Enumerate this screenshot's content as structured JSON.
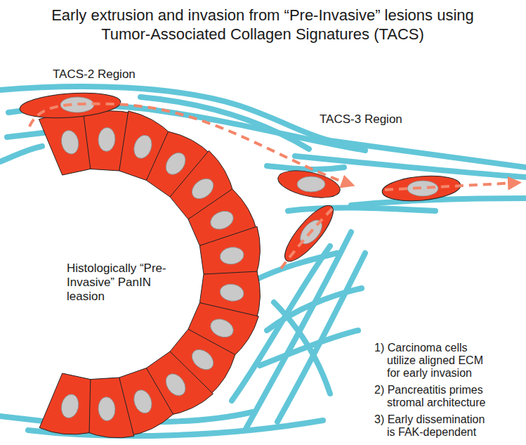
{
  "diagram": {
    "title": "Early extrusion and invasion from “Pre-Invasive” lesions using Tumor-Associated Collagen Signatures (TACS)",
    "labels": [
      "TACS-2 Region",
      "TACS-3 Region",
      "Histologically “Pre-Invasive” PanIN leasion",
      "1) Carcinoma cells utilize aligned ECM for early invasion",
      "2) Pancreatitis primes stromal architecture",
      "3) Early dissemination is FAK-dependent"
    ]
  }
}
